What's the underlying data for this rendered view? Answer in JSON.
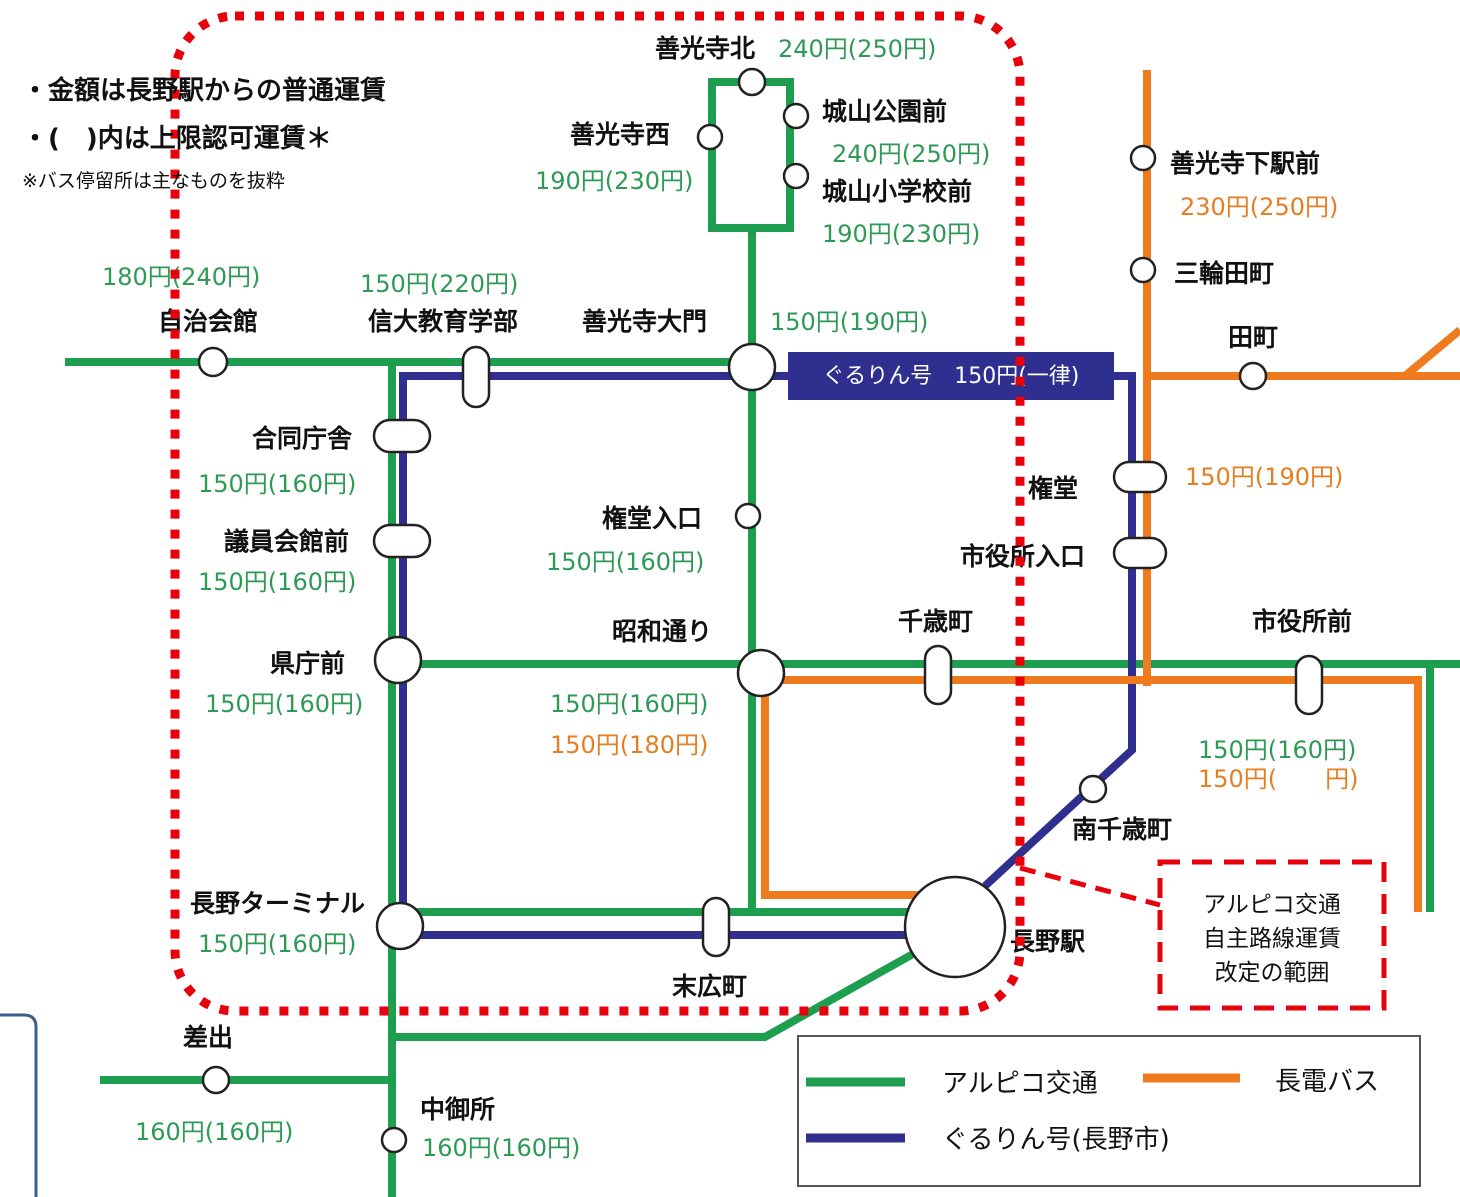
{
  "notes": [
    "・金額は長野駅からの普通運賃",
    "・(　)内は上限認可運賃＊",
    "※バス停留所は主なものを抜粋"
  ],
  "colors": {
    "alpico": "#1e9e4f",
    "guruin": "#2f2f8f",
    "nagaden": "#f07a1e",
    "fare_green": "#2e9a55",
    "fare_orange": "#e67e22",
    "dotted_border": "#e8000b",
    "dashed_box": "#e8000b"
  },
  "stops": {
    "zenkoji_kita": {
      "name": "善光寺北",
      "fare": "240円(250円)"
    },
    "jokoyama_koen": {
      "name": "城山公園前",
      "fare": "240円(250円)"
    },
    "zenkoji_nishi": {
      "name": "善光寺西",
      "fare": "190円(230円)"
    },
    "jokoyama_shogakko": {
      "name": "城山小学校前",
      "fare": "190円(230円)"
    },
    "jichi_kaikan": {
      "name": "自治会館",
      "fare": "180円(240円)"
    },
    "shindai_kyoiku": {
      "name": "信大教育学部",
      "fare": "150円(220円)"
    },
    "zenkoji_daimon": {
      "name": "善光寺大門",
      "fare": "150円(190円)"
    },
    "zenkojishita_ekimae": {
      "name": "善光寺下駅前",
      "fare": "230円(250円)"
    },
    "miwa_tamachi": {
      "name": "三輪田町",
      "fare": ""
    },
    "tamachi": {
      "name": "田町",
      "fare": ""
    },
    "godo_chosha": {
      "name": "合同庁舎",
      "fare": "150円(160円)"
    },
    "giin_kaikan": {
      "name": "議員会館前",
      "fare": "150円(160円)"
    },
    "gondo_iriguchi": {
      "name": "権堂入口",
      "fare": "150円(160円)"
    },
    "gondo": {
      "name": "権堂",
      "fare": "150円(190円)"
    },
    "shiyakusho_iriguchi": {
      "name": "市役所入口",
      "fare": ""
    },
    "kenchomae": {
      "name": "県庁前",
      "fare": "150円(160円)"
    },
    "showa_dori": {
      "name": "昭和通り",
      "fare": "150円(160円)",
      "fare2": "150円(180円)"
    },
    "chitose_machi": {
      "name": "千歳町",
      "fare": ""
    },
    "shiyakushomae": {
      "name": "市役所前",
      "fare": "150円(160円)",
      "fare2": "150円(　　円)"
    },
    "minami_chitose": {
      "name": "南千歳町",
      "fare": ""
    },
    "nagano_terminal": {
      "name": "長野ターミナル",
      "fare": "150円(160円)"
    },
    "suehiro": {
      "name": "末広町",
      "fare": ""
    },
    "nagano_eki": {
      "name": "長野駅",
      "fare": ""
    },
    "sade": {
      "name": "差出",
      "fare": "160円(160円)"
    },
    "nakagosho": {
      "name": "中御所",
      "fare": "160円(160円)"
    }
  },
  "guruin_label": "ぐるりん号　150円(一律)",
  "scope_box": [
    "アルピコ交通",
    "自主路線運賃",
    "改定の範囲"
  ],
  "legend": {
    "alpico": "アルピコ交通",
    "nagaden": "長電バス",
    "guruin": "ぐるりん号(長野市)"
  }
}
